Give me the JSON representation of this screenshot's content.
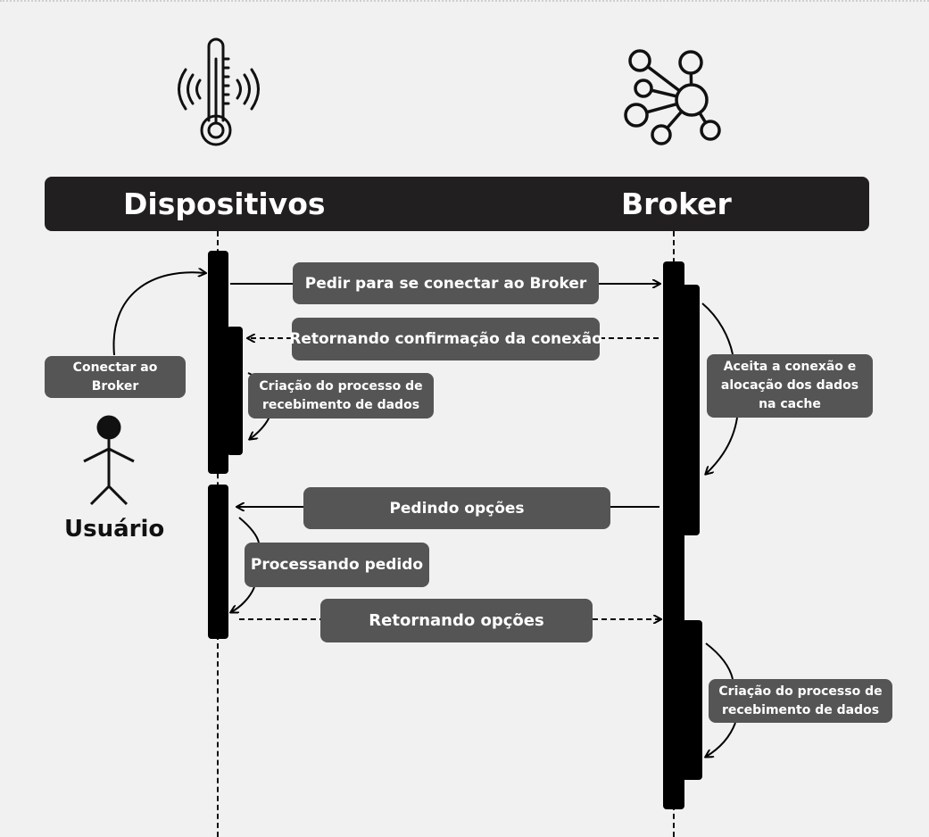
{
  "participants": {
    "left": "Dispositivos",
    "right": "Broker"
  },
  "icons": {
    "left": "thermometer-sensor-icon",
    "right": "network-hub-icon",
    "actor": "stick-figure-icon"
  },
  "actor": {
    "label": "Usuário",
    "action": "Conectar ao Broker"
  },
  "messages": {
    "m1": "Pedir para se conectar ao Broker",
    "m2": "Retornando confirmação da conexão",
    "m3": "Pedindo opções",
    "m4": "Retornando opções"
  },
  "notes": {
    "device_process": "Criação do processo de recebimento de dados",
    "broker_accept": "Aceita a conexão e alocação dos dados na cache",
    "processing": "Processando pedido",
    "broker_process": "Criação do processo de recebimento de dados"
  },
  "colors": {
    "header": "#221f20",
    "box": "#555555",
    "background": "#f1f1f1"
  }
}
